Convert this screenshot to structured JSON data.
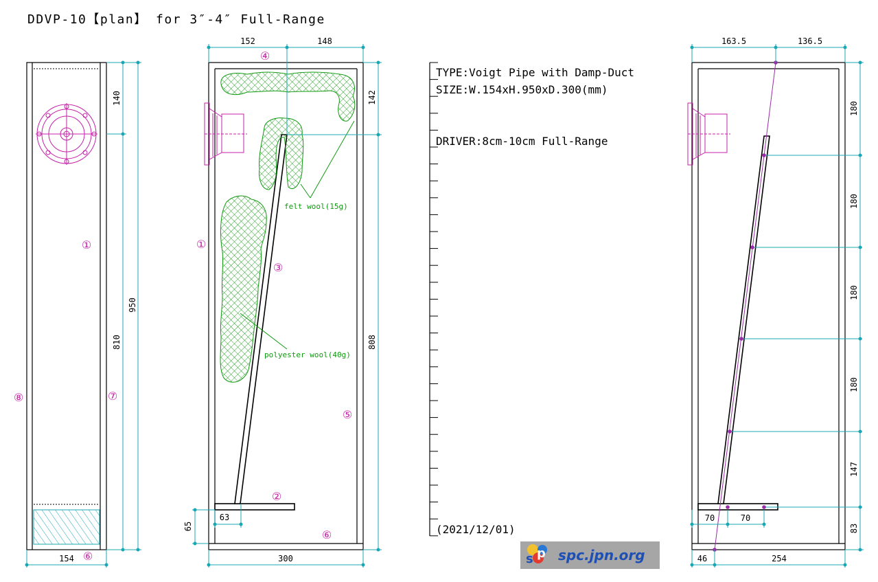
{
  "title": "DDVP-10【plan】 for 3″-4″ Full-Range",
  "spec_lines": {
    "type": "TYPE:Voigt Pipe with Damp-Duct",
    "size": "SIZE:W.154xH.950xD.300(mm)",
    "driver": "DRIVER:8cm-10cm Full-Range",
    "date": "(2021/12/01)"
  },
  "front_view": {
    "dim_width": "154",
    "dim_top": "140",
    "dim_middle": "810",
    "dim_total": "950",
    "part_1": "①",
    "part_6": "⑥",
    "part_7": "⑦",
    "part_8": "⑧"
  },
  "side_view": {
    "dim_top_left": "152",
    "dim_top_right": "148",
    "dim_right_top": "142",
    "dim_right_bottom": "808",
    "dim_bottom_offset": "65",
    "dim_bottom_63": "63",
    "dim_depth": "300",
    "part_1": "①",
    "part_2": "②",
    "part_3": "③",
    "part_4": "④",
    "part_5": "⑤",
    "part_6": "⑥",
    "felt_note": "felt wool(15g)",
    "poly_note": "polyester wool(40g)"
  },
  "pipe_view": {
    "dim_top_left": "163.5",
    "dim_top_right": "136.5",
    "dim_right_1": "180",
    "dim_right_2": "180",
    "dim_right_3": "180",
    "dim_right_4": "180",
    "dim_right_5": "147",
    "dim_right_6": "83",
    "dim_bottom_70a": "70",
    "dim_bottom_70b": "70",
    "dim_bottom_46": "46",
    "dim_bottom_254": "254"
  },
  "logo": {
    "text": "spc.jpn.org"
  },
  "colors": {
    "dimension_lines": "#19a7b5",
    "driver_and_part_marks": "#c61fa8",
    "damping_wool": "#119911",
    "logo_text": "#1d4fb5"
  }
}
